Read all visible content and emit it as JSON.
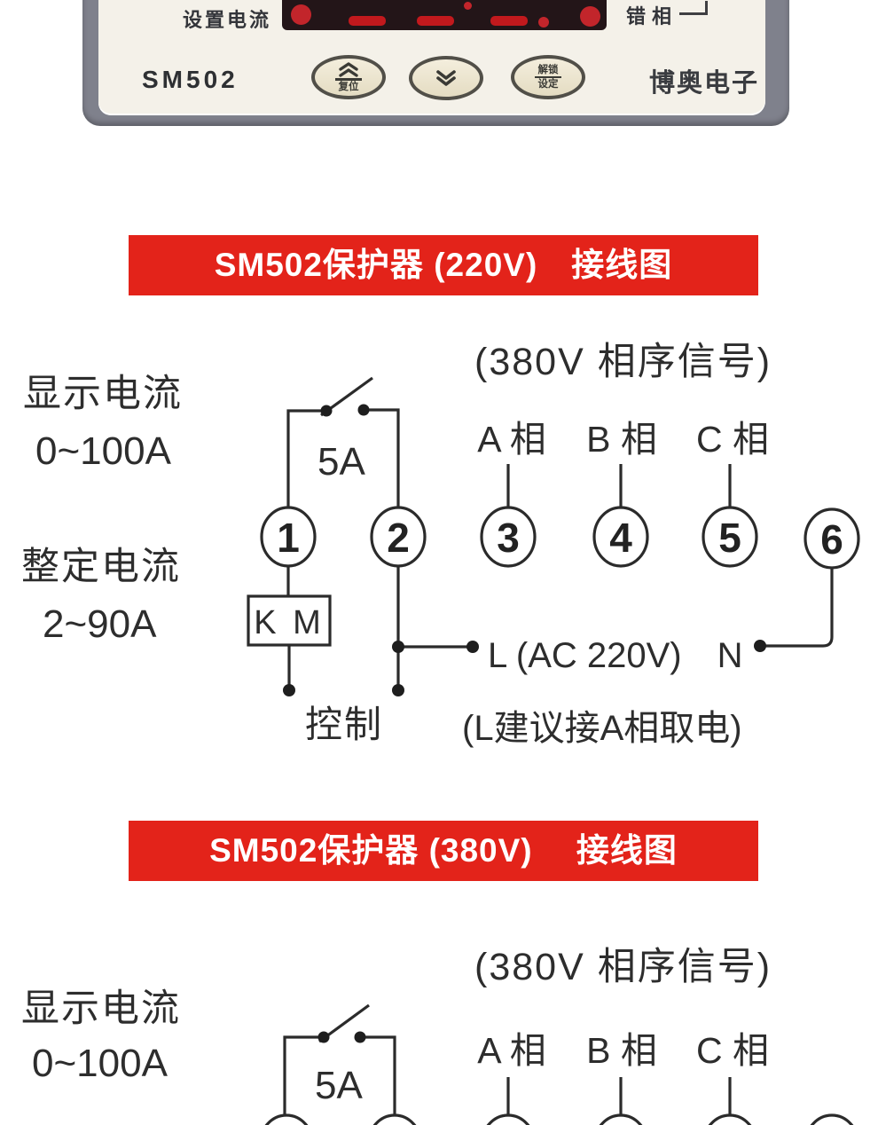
{
  "device_panel": {
    "model": "SM502",
    "brand": "博奥电子",
    "set_current_label": "设置电流",
    "phase_error_label": "错相",
    "buttons": {
      "up_reset_label": "复位",
      "set_top_label": "解锁",
      "set_bottom_label": "设定"
    },
    "colors": {
      "bezel": "#7f818c",
      "face": "#f4f1e9",
      "display_bg": "#231518",
      "segment_red": "#c2191d"
    }
  },
  "diagram_220v": {
    "banner_title": "SM502保护器 (220V)　接线图",
    "left_labels": {
      "display_current": "显示电流",
      "display_range": "0~100A",
      "setting_current": "整定电流",
      "setting_range": "2~90A"
    },
    "phase_signal_label": "(380V 相序信号)",
    "phase_labels": {
      "a": "A 相",
      "b": "B 相",
      "c": "C 相"
    },
    "fuse_label": "5A",
    "terminals": [
      "1",
      "2",
      "3",
      "4",
      "5",
      "6"
    ],
    "contactor_label": "K M",
    "control_label": "控制",
    "power_label": "L (AC 220V)　N",
    "note_label": "(L建议接A相取电)"
  },
  "diagram_380v": {
    "banner_title": "SM502保护器 (380V)　 接线图",
    "left_labels": {
      "display_current": "显示电流",
      "display_range": "0~100A"
    },
    "phase_signal_label": "(380V 相序信号)",
    "phase_labels": {
      "a": "A 相",
      "b": "B 相",
      "c": "C 相"
    },
    "fuse_label": "5A"
  },
  "colors": {
    "banner_bg": "#e3231a",
    "banner_text": "#ffffff",
    "wire": "#2b2b2b",
    "text": "#2d2d2d"
  }
}
